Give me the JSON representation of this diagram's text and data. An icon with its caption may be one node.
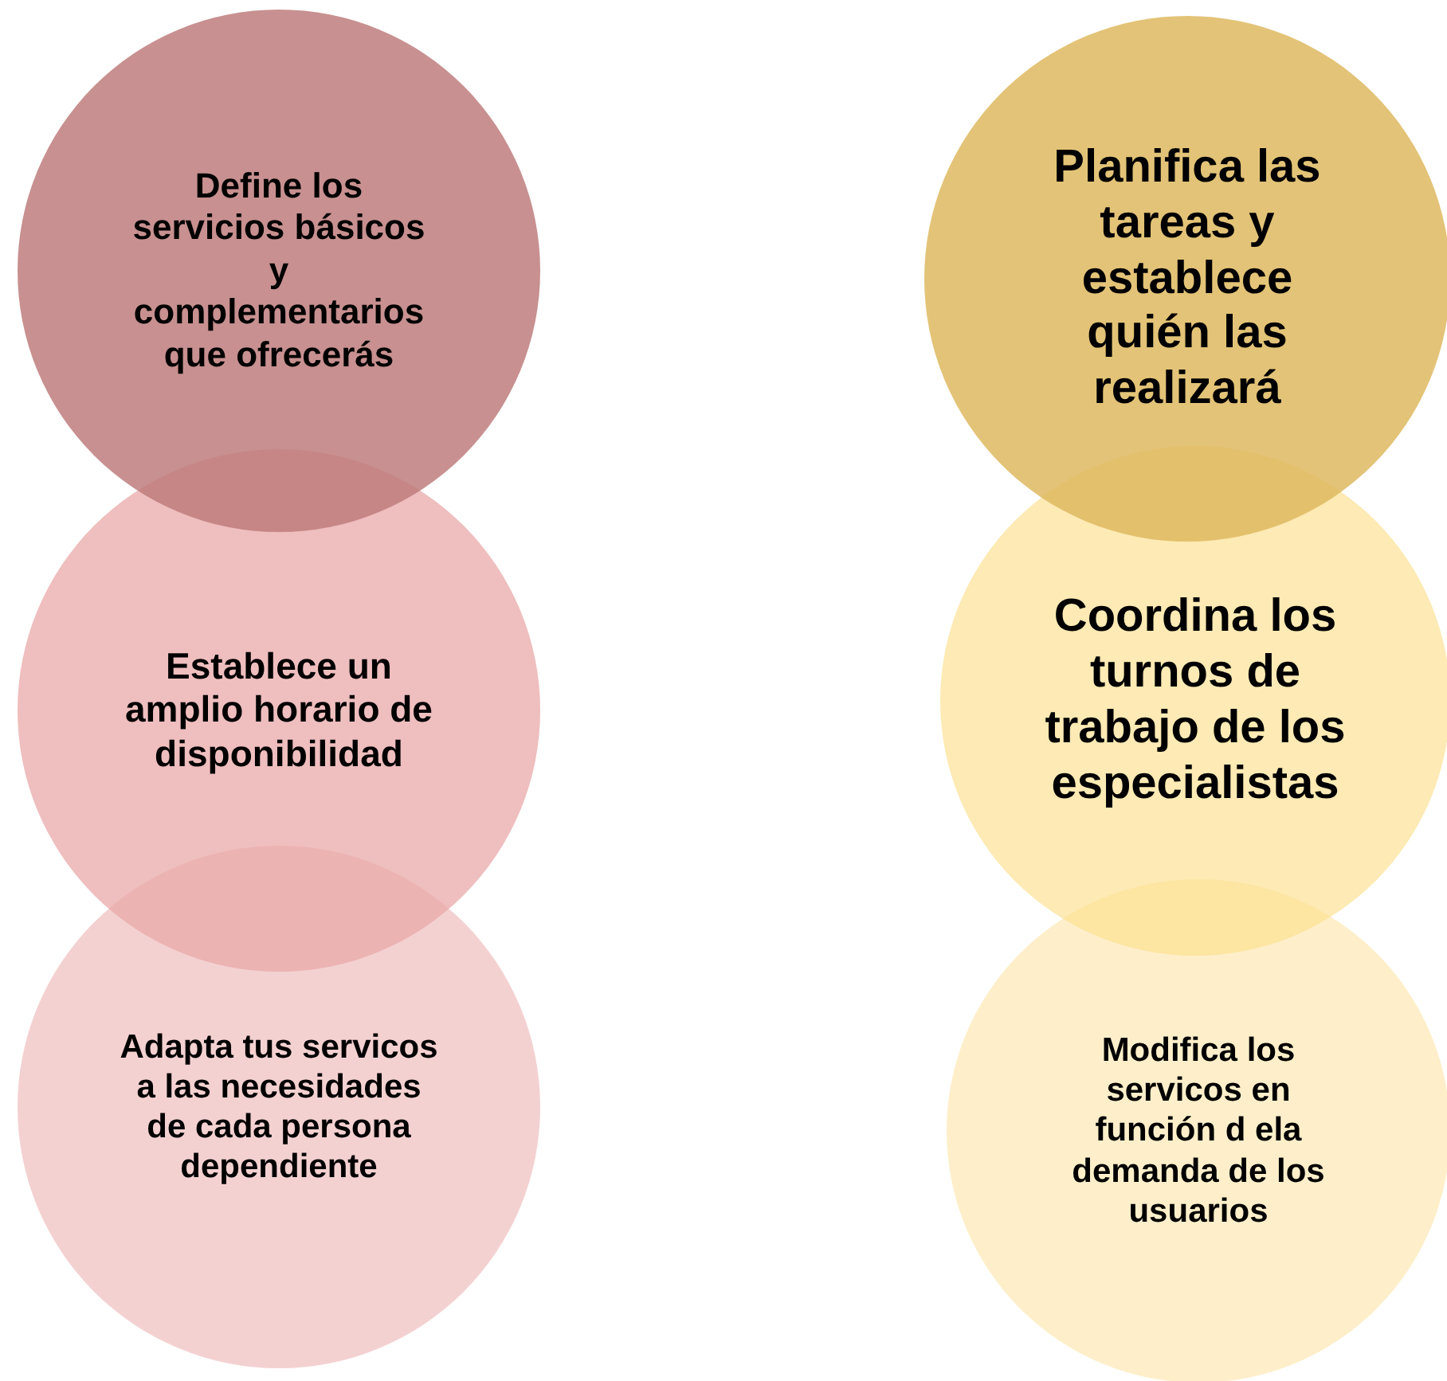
{
  "diagram": {
    "nodes": [
      {
        "text": [
          "Define los servicios básicos y complementarios que ofrecerás"
        ]
      },
      {
        "text": [
          "Establece un amplio horario de disponibilidad"
        ]
      },
      {
        "text": [
          "Adapta tus servicos a las necesidades de cada persona dependiente"
        ]
      },
      {
        "text": [
          "Planifica las tareas y establece quién las realizará"
        ]
      },
      {
        "text": [
          "Coordina los turnos de trabajo de los especialistas"
        ]
      },
      {
        "text": [
          "Modifica los servicos en función d ela demanda de los usuarios"
        ]
      }
    ]
  }
}
